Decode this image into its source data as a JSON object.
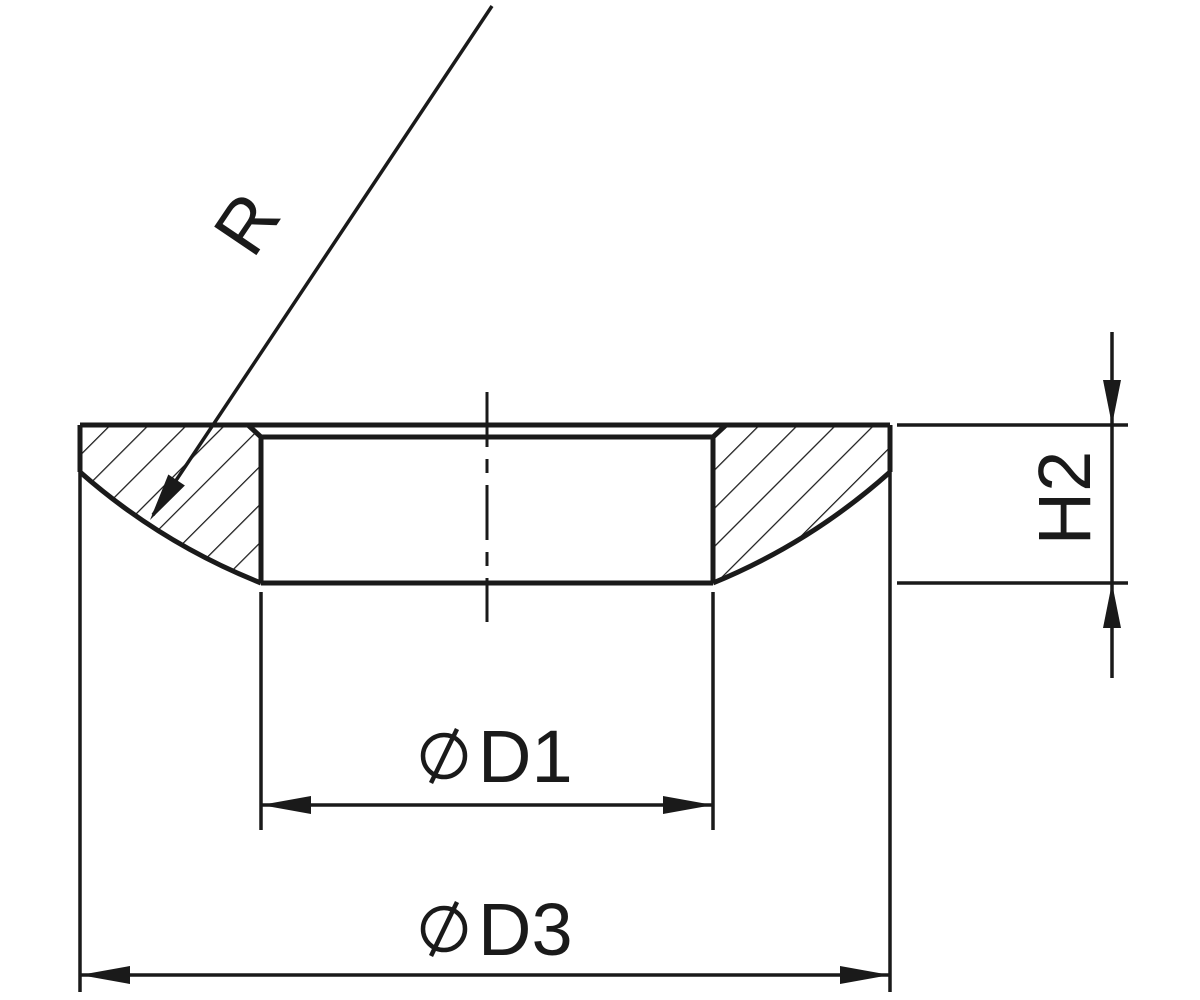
{
  "drawing": {
    "type": "technical-section-drawing",
    "subject": "spherical-washer-cross-section",
    "labels": {
      "radius": "R",
      "height": "H2",
      "inner_diameter": "D1",
      "outer_diameter": "D3",
      "diameter_symbol": "⌀"
    },
    "colors": {
      "line": "#1a1a1a",
      "background": "#ffffff"
    }
  }
}
